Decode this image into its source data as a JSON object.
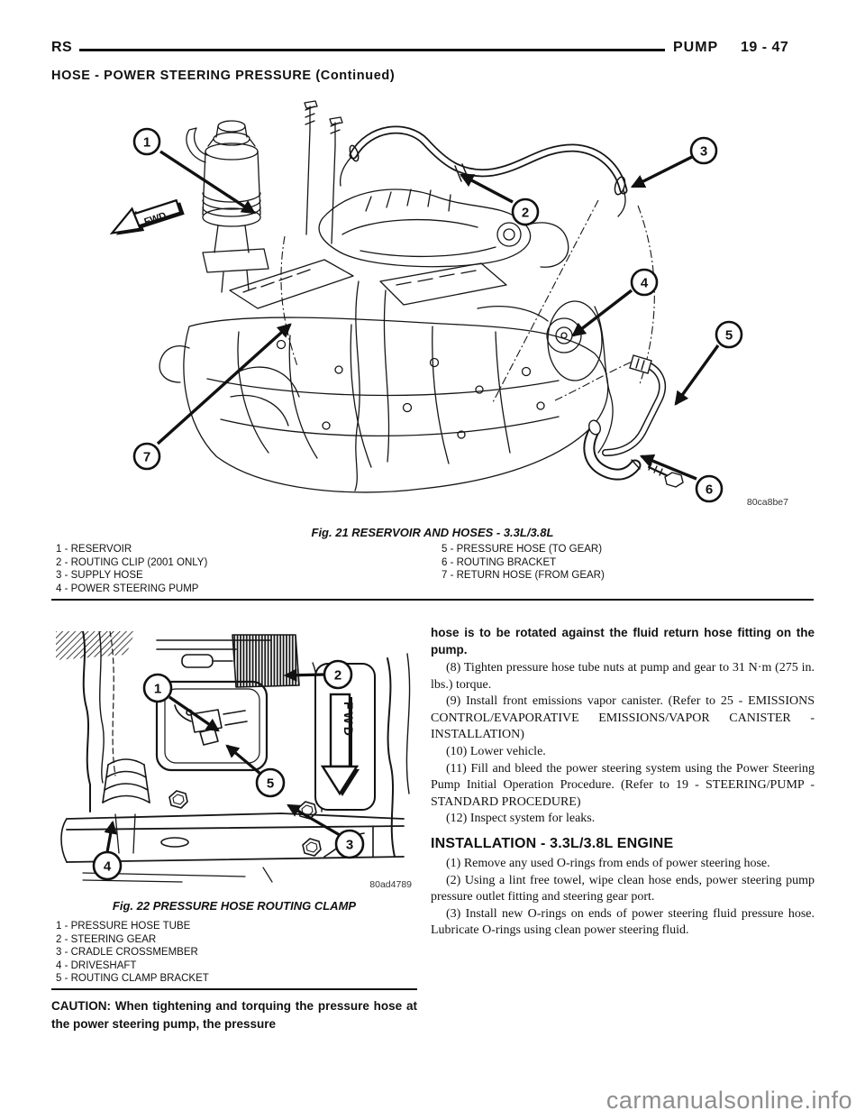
{
  "header": {
    "code": "RS",
    "section": "PUMP",
    "page": "19 - 47"
  },
  "title": "HOSE - POWER STEERING PRESSURE (Continued)",
  "figure21": {
    "caption": "Fig. 21 RESERVOIR AND HOSES - 3.3L/3.8L",
    "image_code": "80ca8be7",
    "fwd_label": "FWD",
    "callouts": [
      "1",
      "2",
      "3",
      "4",
      "5",
      "6",
      "7"
    ],
    "legend_left": [
      "1 - RESERVOIR",
      "2 - ROUTING CLIP (2001 ONLY)",
      "3 - SUPPLY HOSE",
      "4 - POWER STEERING PUMP"
    ],
    "legend_right": [
      "5 - PRESSURE HOSE (TO GEAR)",
      "6 - ROUTING BRACKET",
      "7 - RETURN HOSE (FROM GEAR)"
    ]
  },
  "figure22": {
    "caption": "Fig. 22 PRESSURE HOSE ROUTING CLAMP",
    "image_code": "80ad4789",
    "fwd_label": "FWD",
    "callouts": [
      "1",
      "2",
      "3",
      "4",
      "5"
    ],
    "legend": [
      "1 - PRESSURE HOSE TUBE",
      "2 - STEERING GEAR",
      "3 - CRADLE CROSSMEMBER",
      "4 - DRIVESHAFT",
      "5 - ROUTING CLAMP BRACKET"
    ]
  },
  "caution": "CAUTION: When tightening and torquing the pressure hose at the power steering pump, the pressure",
  "continuation_bold": "hose is to be rotated against the fluid return hose fitting on the pump.",
  "steps": [
    "(8) Tighten pressure hose tube nuts at pump and gear to 31 N·m (275 in. lbs.) torque.",
    "(9) Install front emissions vapor canister. (Refer to 25 - EMISSIONS CONTROL/EVAPORATIVE EMISSIONS/VAPOR CANISTER - INSTALLATION)",
    "(10) Lower vehicle.",
    "(11) Fill and bleed the power steering system using the Power Steering Pump Initial Operation Procedure. (Refer to 19 - STEERING/PUMP - STANDARD PROCEDURE)",
    "(12) Inspect system for leaks."
  ],
  "installation": {
    "heading": "INSTALLATION - 3.3L/3.8L ENGINE",
    "steps": [
      "(1) Remove any used O-rings from ends of power steering hose.",
      "(2) Using a lint free towel, wipe clean hose ends, power steering pump pressure outlet fitting and steering gear port.",
      "(3) Install new O-rings on ends of power steering fluid pressure hose. Lubricate O-rings using clean power steering fluid."
    ]
  },
  "watermark": "carmanualsonline.info"
}
